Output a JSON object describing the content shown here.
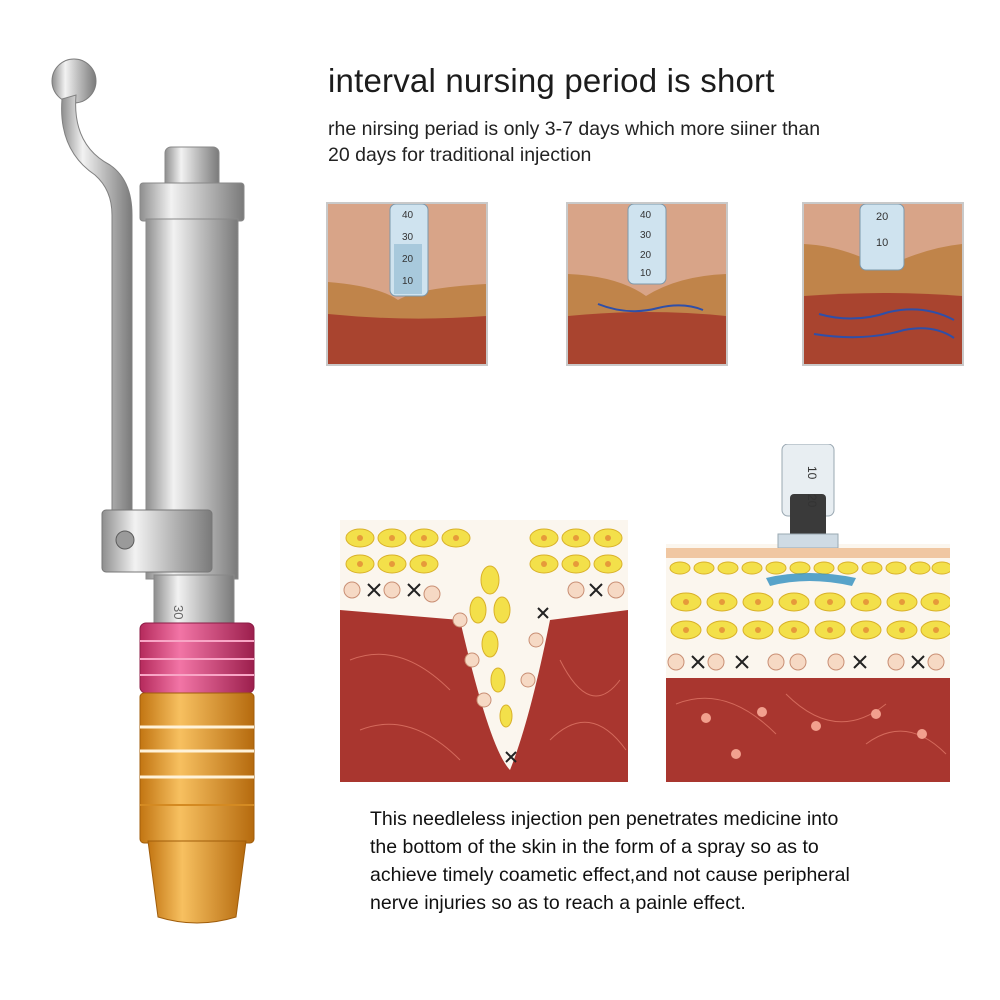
{
  "headline": "interval nursing period is short",
  "subtitle_lines": [
    "rhe nirsing periad is only 3-7 days which more siiner than",
    "20 days for traditional injection"
  ],
  "description_lines": [
    "This needleless injection pen penetrates medicine into",
    "the bottom of the skin in the form of a spray so as to",
    "achieve timely coametic effect,and not cause peripheral",
    "nerve injuries so as to reach a painle effect."
  ],
  "pen": {
    "scale_number": "30"
  },
  "syringe_panels": [
    {
      "scale_labels": [
        "40",
        "30",
        "20",
        "10"
      ]
    },
    {
      "scale_labels": [
        "40",
        "30",
        "20",
        "10"
      ]
    },
    {
      "scale_labels": [
        "20",
        "10"
      ]
    }
  ],
  "needleless_syringe": {
    "scale_labels": [
      "10",
      "20"
    ]
  },
  "colors": {
    "pen_steel": "#c8c8c8",
    "pen_pink": "#e0447f",
    "pen_gold": "#e9a42f",
    "skin_surface": "#d9a68b",
    "dermis": "#a9362f",
    "fat_cell": "#f3e04a",
    "medicine_blue": "#2e8fbf"
  }
}
